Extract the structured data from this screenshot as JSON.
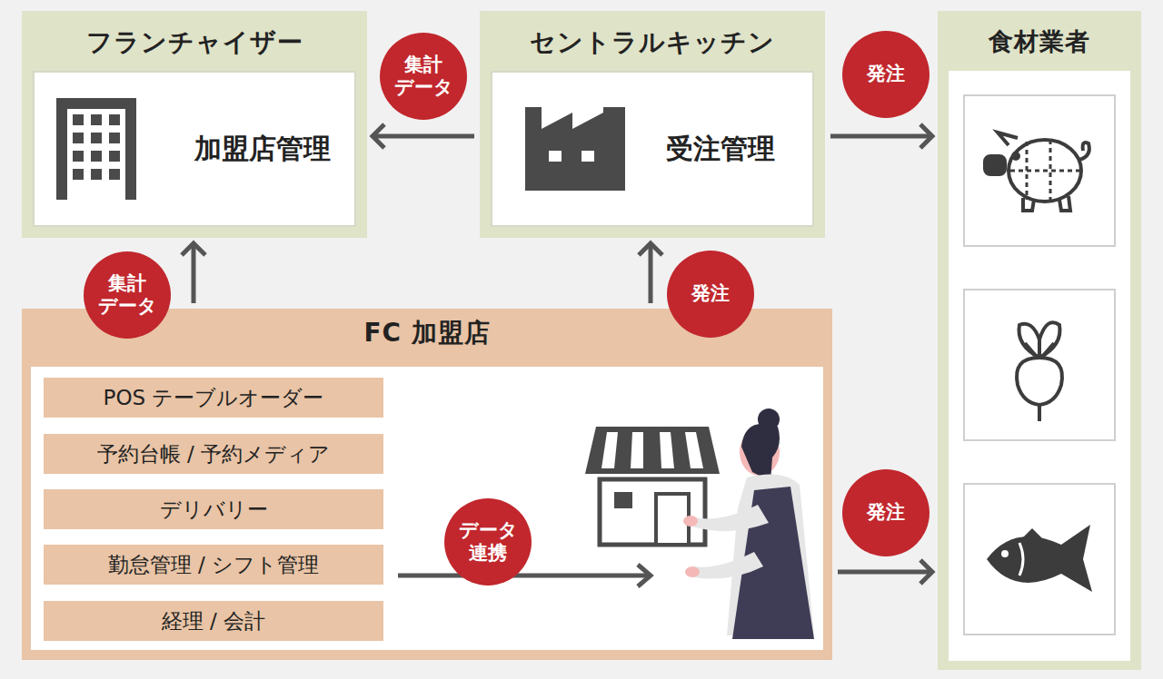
{
  "diagram": {
    "nodes": [
      {
        "text": [
          "フランチャイザー"
        ]
      },
      {
        "text": [
          "加盟店管理"
        ],
        "in": 0
      },
      {
        "text": [
          "セントラルキッチン"
        ]
      },
      {
        "text": [
          "受注管理"
        ],
        "in": 2
      },
      {
        "text": [
          "食材業者"
        ]
      },
      {
        "text": [
          "FC 加盟店"
        ]
      },
      {
        "text": [
          "POS テーブルオーダー"
        ],
        "in": 5
      },
      {
        "text": [
          "予約台帳 / 予約メディア"
        ],
        "in": 5
      },
      {
        "text": [
          "デリバリー"
        ],
        "in": 5
      },
      {
        "text": [
          "勤怠管理 / シフト管理"
        ],
        "in": 5
      },
      {
        "text": [
          "経理 / 会計"
        ],
        "in": 5
      }
    ],
    "edges": [
      {
        "from": 2,
        "to": 0,
        "label": "集計 データ",
        "arrow": "to"
      },
      {
        "from": 5,
        "to": 0,
        "label": "集計 データ",
        "arrow": "to"
      },
      {
        "from": 5,
        "to": 2,
        "label": "発注",
        "arrow": "to"
      },
      {
        "from": 2,
        "to": 4,
        "label": "発注",
        "arrow": "to"
      },
      {
        "from": 5,
        "to": 4,
        "label": "発注",
        "arrow": "to"
      }
    ],
    "labels": [
      "データ 連携"
    ]
  }
}
